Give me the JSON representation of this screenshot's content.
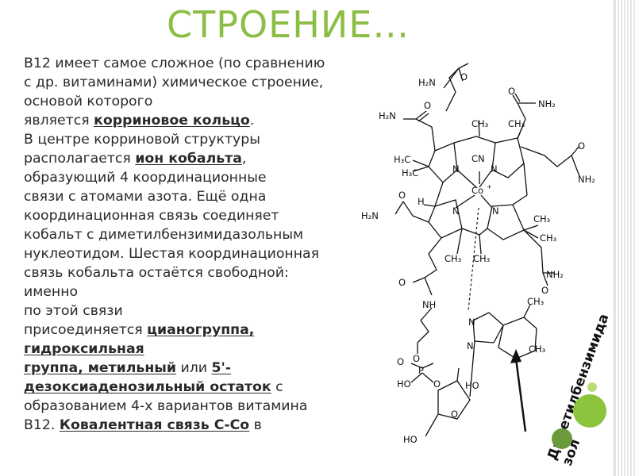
{
  "title": "СТРОЕНИЕ…",
  "paragraph": {
    "l1": "В12 имеет самое сложное (по сравнению",
    "l2": "с др. витаминами) химическое строение,",
    "l3": "основой которого",
    "l4a": "является ",
    "l4b": "корриновое кольцо",
    "l4c": ".",
    "l5": "В центре корриновой структуры",
    "l6a": "располагается ",
    "l6b": "ион кобальта",
    "l6c": ",",
    "l7": "образующий 4 координационные",
    "l8": "связи с атомами азота. Ещё одна",
    "l9": "координационная связь соединяет",
    "l10": "кобальт с диметилбензимидазольным",
    "l11": "нуклеотидом. Шестая координационная",
    "l12": "связь кобальта остаётся свободной:",
    "l13": "именно",
    "l14": "по этой связи",
    "l15a": "присоединяется ",
    "l15b": "цианогруппа,",
    "l16": "гидроксильная",
    "l17a": "группа, метильный",
    "l17b": " или ",
    "l17c": "5'-",
    "l18a": "дезоксиаденозильный остаток",
    "l18b": " с",
    "l19": "образованием 4-х вариантов витамина",
    "l20a": "В12. ",
    "l20b": "Ковалентная связь С-Со",
    "l20c": " в"
  },
  "figure": {
    "rotated_label_1": "Диметилбензимида",
    "rotated_label_2": "зол",
    "atoms": {
      "co": "Co",
      "co_charge": "+",
      "cn": "CN",
      "n": "N",
      "h": "H",
      "o": "O",
      "p": "P",
      "nh": "NH",
      "ho": "HO",
      "h2n": "H₂N",
      "nh2": "NH₂",
      "ch3": "CH₃",
      "h3c": "H₃C"
    }
  },
  "colors": {
    "accent": "#8cbd45",
    "text": "#2a2a2a",
    "circle_light": "#b9dc7e",
    "circle_mid": "#8cc43e",
    "circle_dark": "#6a9a3c"
  }
}
